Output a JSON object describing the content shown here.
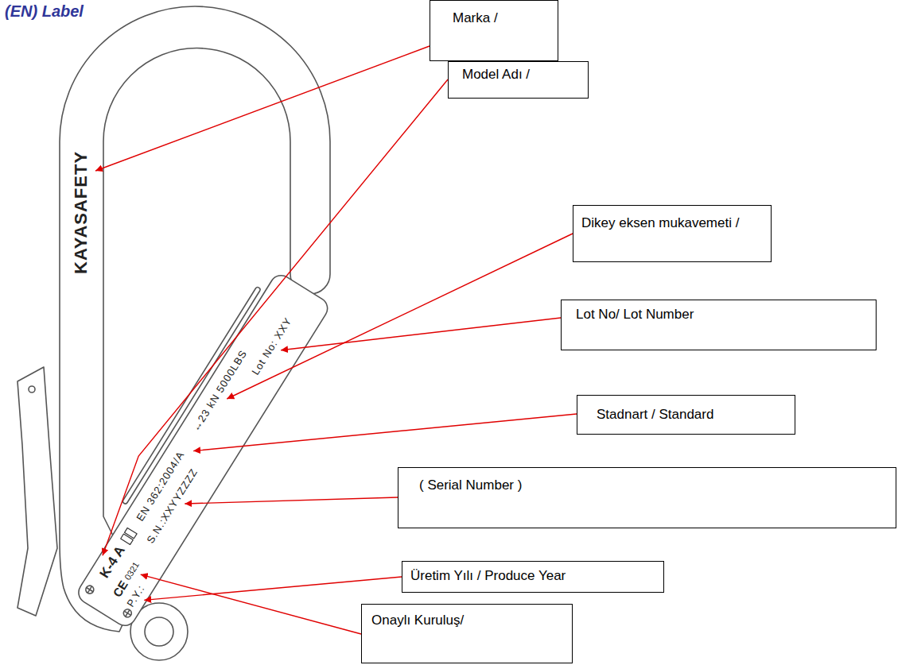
{
  "diagram": {
    "title": "(EN) Label",
    "nodes": [
      {
        "text": [
          "Marka /"
        ]
      },
      {
        "text": [
          "Model Adı /"
        ]
      },
      {
        "text": [
          "Dikey eksen mukavemeti /"
        ]
      },
      {
        "text": [
          "Lot No/ Lot Number"
        ]
      },
      {
        "text": [
          "Stadnart / Standard"
        ]
      },
      {
        "text": [
          "( Serial Number )"
        ]
      },
      {
        "text": [
          "Üretim Yılı / Produce Year"
        ]
      },
      {
        "text": [
          "Onaylı Kuruluş/"
        ]
      }
    ],
    "labels": [
      "KAYASAFETY",
      "K-4 A",
      "EN 362:2004/A",
      "↔23 kN 5000LBS",
      "CE",
      "0321",
      "S.N.:XXYYZZZZ",
      "Lot No: XXY",
      "P.Y.:"
    ]
  }
}
